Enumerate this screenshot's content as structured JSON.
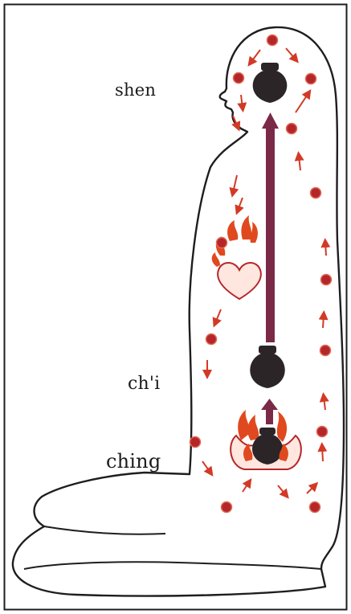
{
  "labels": {
    "shen": "shen",
    "chi": "ch'i",
    "ching": "ching"
  },
  "colors": {
    "outline": "#1e1e1e",
    "vessel": "#2b2527",
    "channel": "#7a2a47",
    "energy_dot": "#b5262b",
    "energy_dot_ring": "#e06b55",
    "flow_arrow": "#d23a26",
    "flame": "#e0491f"
  },
  "icons": {
    "vessels": [
      "pot-icon",
      "pot-icon",
      "pot-icon"
    ],
    "heart": "heart-icon",
    "flames": "flame-icon"
  }
}
